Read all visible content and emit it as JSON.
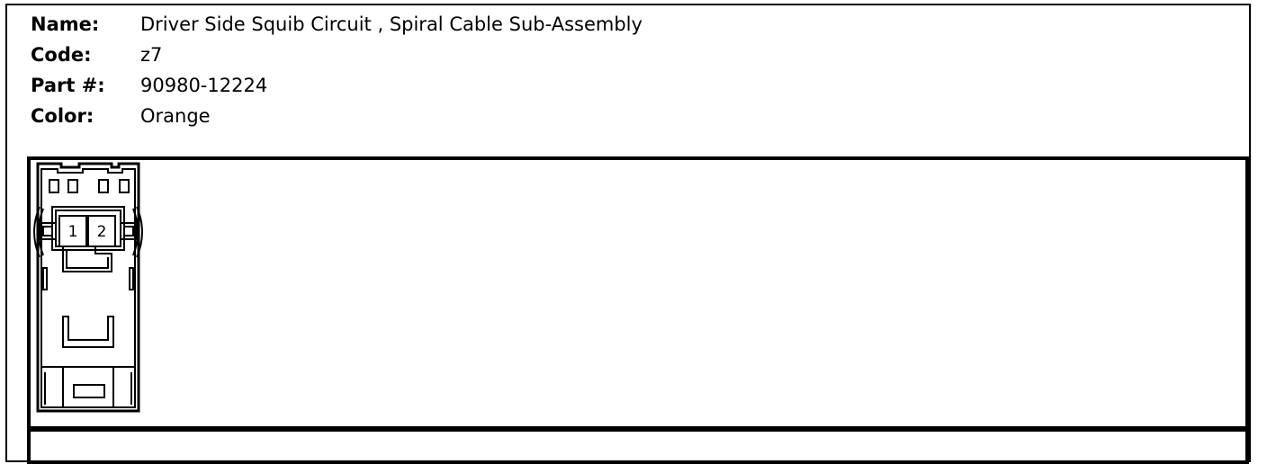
{
  "info": {
    "name_label": "Name:",
    "name_value": "Driver Side Squib Circuit , Spiral Cable Sub-Assembly",
    "code_label": "Code:",
    "code_value": "z7",
    "part_label": "Part #:",
    "part_value": "90980-12224",
    "color_label": "Color:",
    "color_value": "Orange"
  },
  "connector": {
    "pins": [
      "1",
      "2"
    ]
  }
}
